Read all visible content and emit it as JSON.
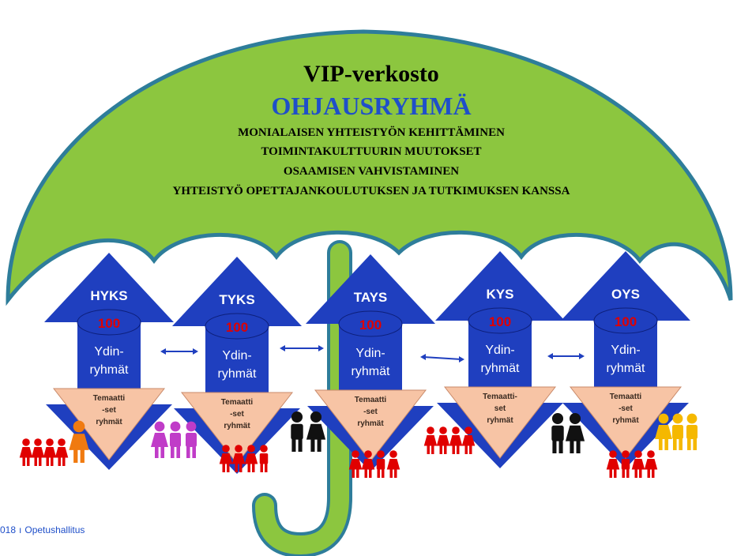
{
  "title": "VIP-verkosto",
  "subtitle": "OHJAUSRYHMÄ",
  "goals": [
    "MONIALAISEN YHTEISTYÖN KEHITTÄMINEN",
    "TOIMINTAKULTTUURIN MUUTOKSET",
    "OSAAMISEN VAHVISTAMINEN",
    "YHTEISTYÖ OPETTAJANKOULUTUKSEN JA TUTKIMUKSEN KANSSA"
  ],
  "regions": [
    {
      "name": "HYKS",
      "count": "100",
      "core_line1": "Ydin-",
      "core_line2": "ryhmät",
      "theme_line1": "Temaatti",
      "theme_line2": "-set",
      "theme_line3": "ryhmät"
    },
    {
      "name": "TYKS",
      "count": "100",
      "core_line1": "Ydin-",
      "core_line2": "ryhmät",
      "theme_line1": "Temaatti",
      "theme_line2": "-set",
      "theme_line3": "ryhmät"
    },
    {
      "name": "TAYS",
      "count": "100",
      "core_line1": "Ydin-",
      "core_line2": "ryhmät",
      "theme_line1": "Temaatti",
      "theme_line2": "-set",
      "theme_line3": "ryhmät"
    },
    {
      "name": "KYS",
      "count": "100",
      "core_line1": "Ydin-",
      "core_line2": "ryhmät",
      "theme_line1": "Temaatti-",
      "theme_line2": "set",
      "theme_line3": "ryhmät"
    },
    {
      "name": "OYS",
      "count": "100",
      "core_line1": "Ydin-",
      "core_line2": "ryhmät",
      "theme_line1": "Temaatti",
      "theme_line2": "-set",
      "theme_line3": "ryhmät"
    }
  ],
  "footer": {
    "year": "018",
    "org": "Opetushallitus"
  },
  "colors": {
    "umbrella": "#8cc63f",
    "umbrella_outline": "#2e7d9a",
    "arrow": "#1f3fbf",
    "arrow_dark": "#14289a",
    "count_text": "#e00000",
    "theme_triangle": "#f7c4a5",
    "subtitle": "#1f4fc9",
    "people_red": "#e00000",
    "people_orange": "#f07a10",
    "people_purple": "#c03cc8",
    "people_black": "#111111",
    "people_yellow": "#f5b800"
  },
  "icons": [
    "umbrella-icon",
    "double-arrow-icon",
    "person-icon"
  ]
}
